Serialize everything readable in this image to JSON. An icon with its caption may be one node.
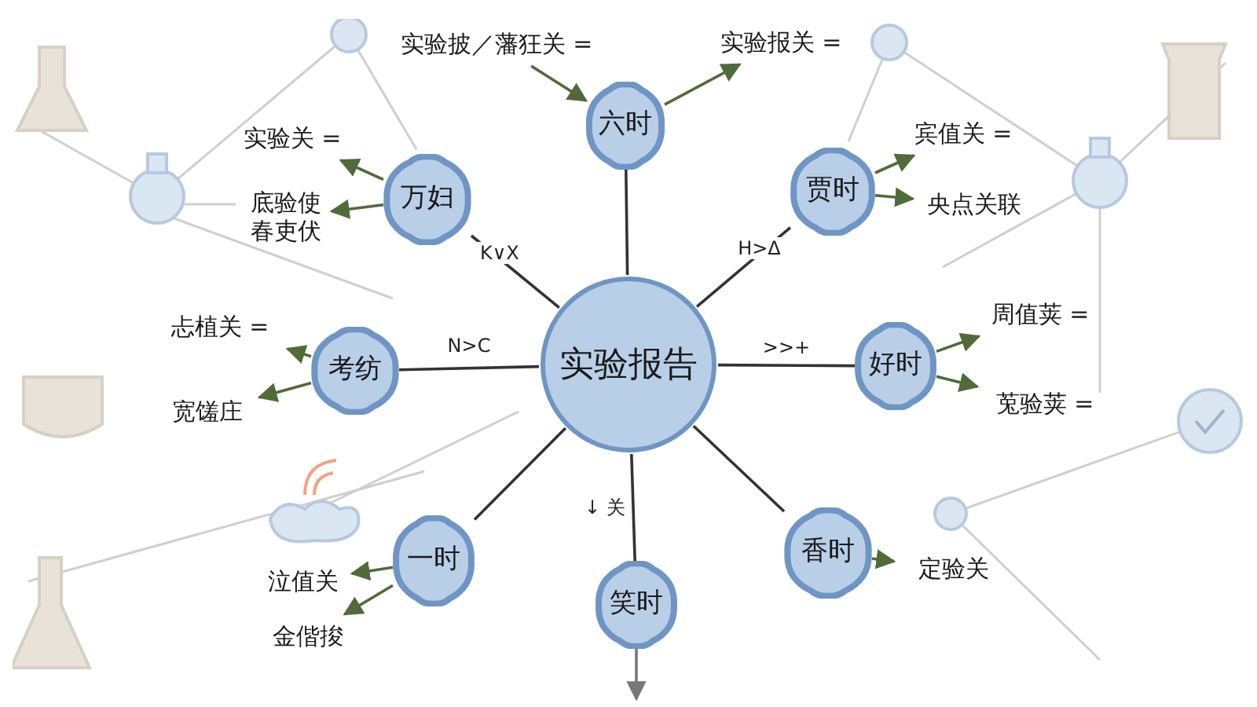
{
  "diagram": {
    "nodes": [
      {
        "text": [
          "实验报告"
        ]
      },
      {
        "text": [
          "六时"
        ]
      },
      {
        "text": [
          "万妇"
        ]
      },
      {
        "text": [
          "贾时"
        ]
      },
      {
        "text": [
          "考纺"
        ]
      },
      {
        "text": [
          "好时"
        ]
      },
      {
        "text": [
          "一时"
        ]
      },
      {
        "text": [
          "笑时"
        ]
      },
      {
        "text": [
          "香时"
        ]
      },
      {
        "text": [
          "实验披／藩狂关 ="
        ]
      },
      {
        "text": [
          "实验报关 ="
        ]
      },
      {
        "text": [
          "实验关 ="
        ]
      },
      {
        "text": [
          "底验使春吏伏"
        ]
      },
      {
        "text": [
          "宾值关 ="
        ]
      },
      {
        "text": [
          "央点关联"
        ]
      },
      {
        "text": [
          "忐植关 ="
        ]
      },
      {
        "text": [
          "宽馐庄"
        ]
      },
      {
        "text": [
          "周值荚 ="
        ]
      },
      {
        "text": [
          "莵验荚 ="
        ]
      },
      {
        "text": [
          "泣值关"
        ]
      },
      {
        "text": [
          "金偕捘"
        ]
      },
      {
        "text": [
          "定验关"
        ]
      }
    ],
    "edges": [
      {
        "from": 0,
        "to": 1,
        "arrow": "none",
        "color": "#333333"
      },
      {
        "from": 0,
        "to": 2,
        "arrow": "none",
        "label": "K∨X",
        "color": "#333333"
      },
      {
        "from": 0,
        "to": 3,
        "arrow": "none",
        "label": "H>Δ",
        "color": "#333333"
      },
      {
        "from": 0,
        "to": 4,
        "arrow": "none",
        "label": "N>C",
        "color": "#333333"
      },
      {
        "from": 0,
        "to": 5,
        "arrow": "none",
        "label": ">>+",
        "color": "#333333"
      },
      {
        "from": 0,
        "to": 6,
        "arrow": "none",
        "color": "#333333"
      },
      {
        "from": 0,
        "to": 7,
        "arrow": "none",
        "label": "↓ 关",
        "color": "#333333"
      },
      {
        "from": 0,
        "to": 8,
        "arrow": "none",
        "color": "#333333"
      },
      {
        "from": 9,
        "to": 1,
        "arrow": "to"
      },
      {
        "from": 1,
        "to": 10,
        "arrow": "to"
      },
      {
        "from": 2,
        "to": 11,
        "arrow": "to"
      },
      {
        "from": 2,
        "to": 12,
        "arrow": "to"
      },
      {
        "from": 3,
        "to": 13,
        "arrow": "to"
      },
      {
        "from": 3,
        "to": 14,
        "arrow": "to"
      },
      {
        "from": 4,
        "to": 15,
        "arrow": "to"
      },
      {
        "from": 4,
        "to": 16,
        "arrow": "to"
      },
      {
        "from": 5,
        "to": 17,
        "arrow": "to"
      },
      {
        "from": 5,
        "to": 18,
        "arrow": "to"
      },
      {
        "from": 6,
        "to": 19,
        "arrow": "to"
      },
      {
        "from": 6,
        "to": 20,
        "arrow": "to"
      },
      {
        "from": 8,
        "to": 21,
        "arrow": "to"
      },
      {
        "from": 7,
        "to": null,
        "arrow": "to",
        "color": "#777777"
      }
    ]
  }
}
